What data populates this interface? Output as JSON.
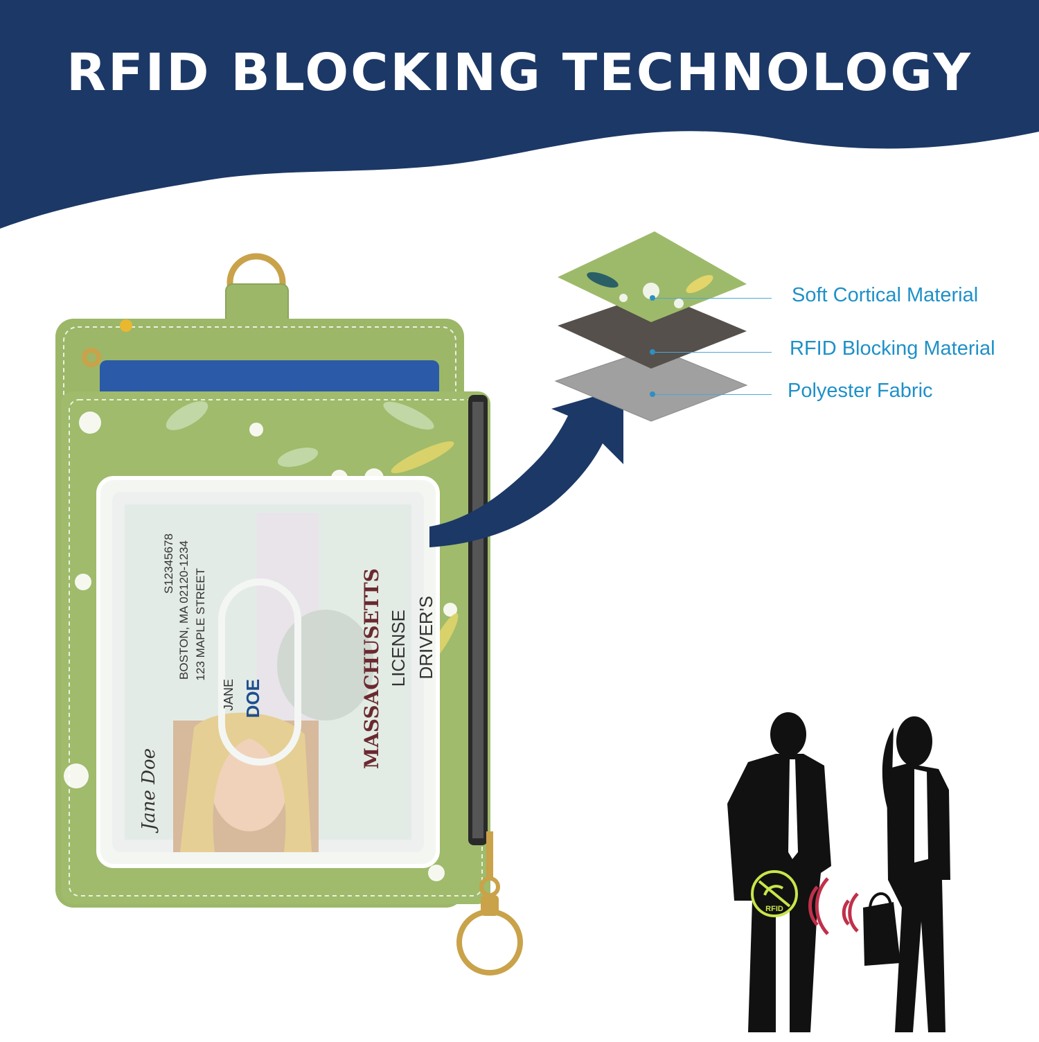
{
  "banner": {
    "title": "RFID BLOCKING TECHNOLOGY",
    "color": "#1c3866"
  },
  "layers": {
    "items": [
      {
        "label": "Soft Cortical Material",
        "color": "#9dba6a"
      },
      {
        "label": "RFID Blocking Material",
        "color": "#55504b"
      },
      {
        "label": "Polyester Fabric",
        "color": "#9a9a9a"
      }
    ],
    "label_color": "#1e90c8"
  },
  "wallet": {
    "base_color": "#9cb768",
    "card_color": "#2b5aa8",
    "id_card": {
      "state": "MASSACHUSETTS",
      "type_line1": "DRIVER'S",
      "type_line2": "LICENSE",
      "name_last": "DOE",
      "name_first": "JANE",
      "address_line1": "123 MAPLE STREET",
      "address_line2": "BOSTON, MA 02120-1234",
      "number": "S12345678",
      "signature": "Jane Doe"
    }
  },
  "illustration": {
    "shield_label": "RFID",
    "wave_color": "#c0304a",
    "shield_color": "#c8e64a"
  }
}
